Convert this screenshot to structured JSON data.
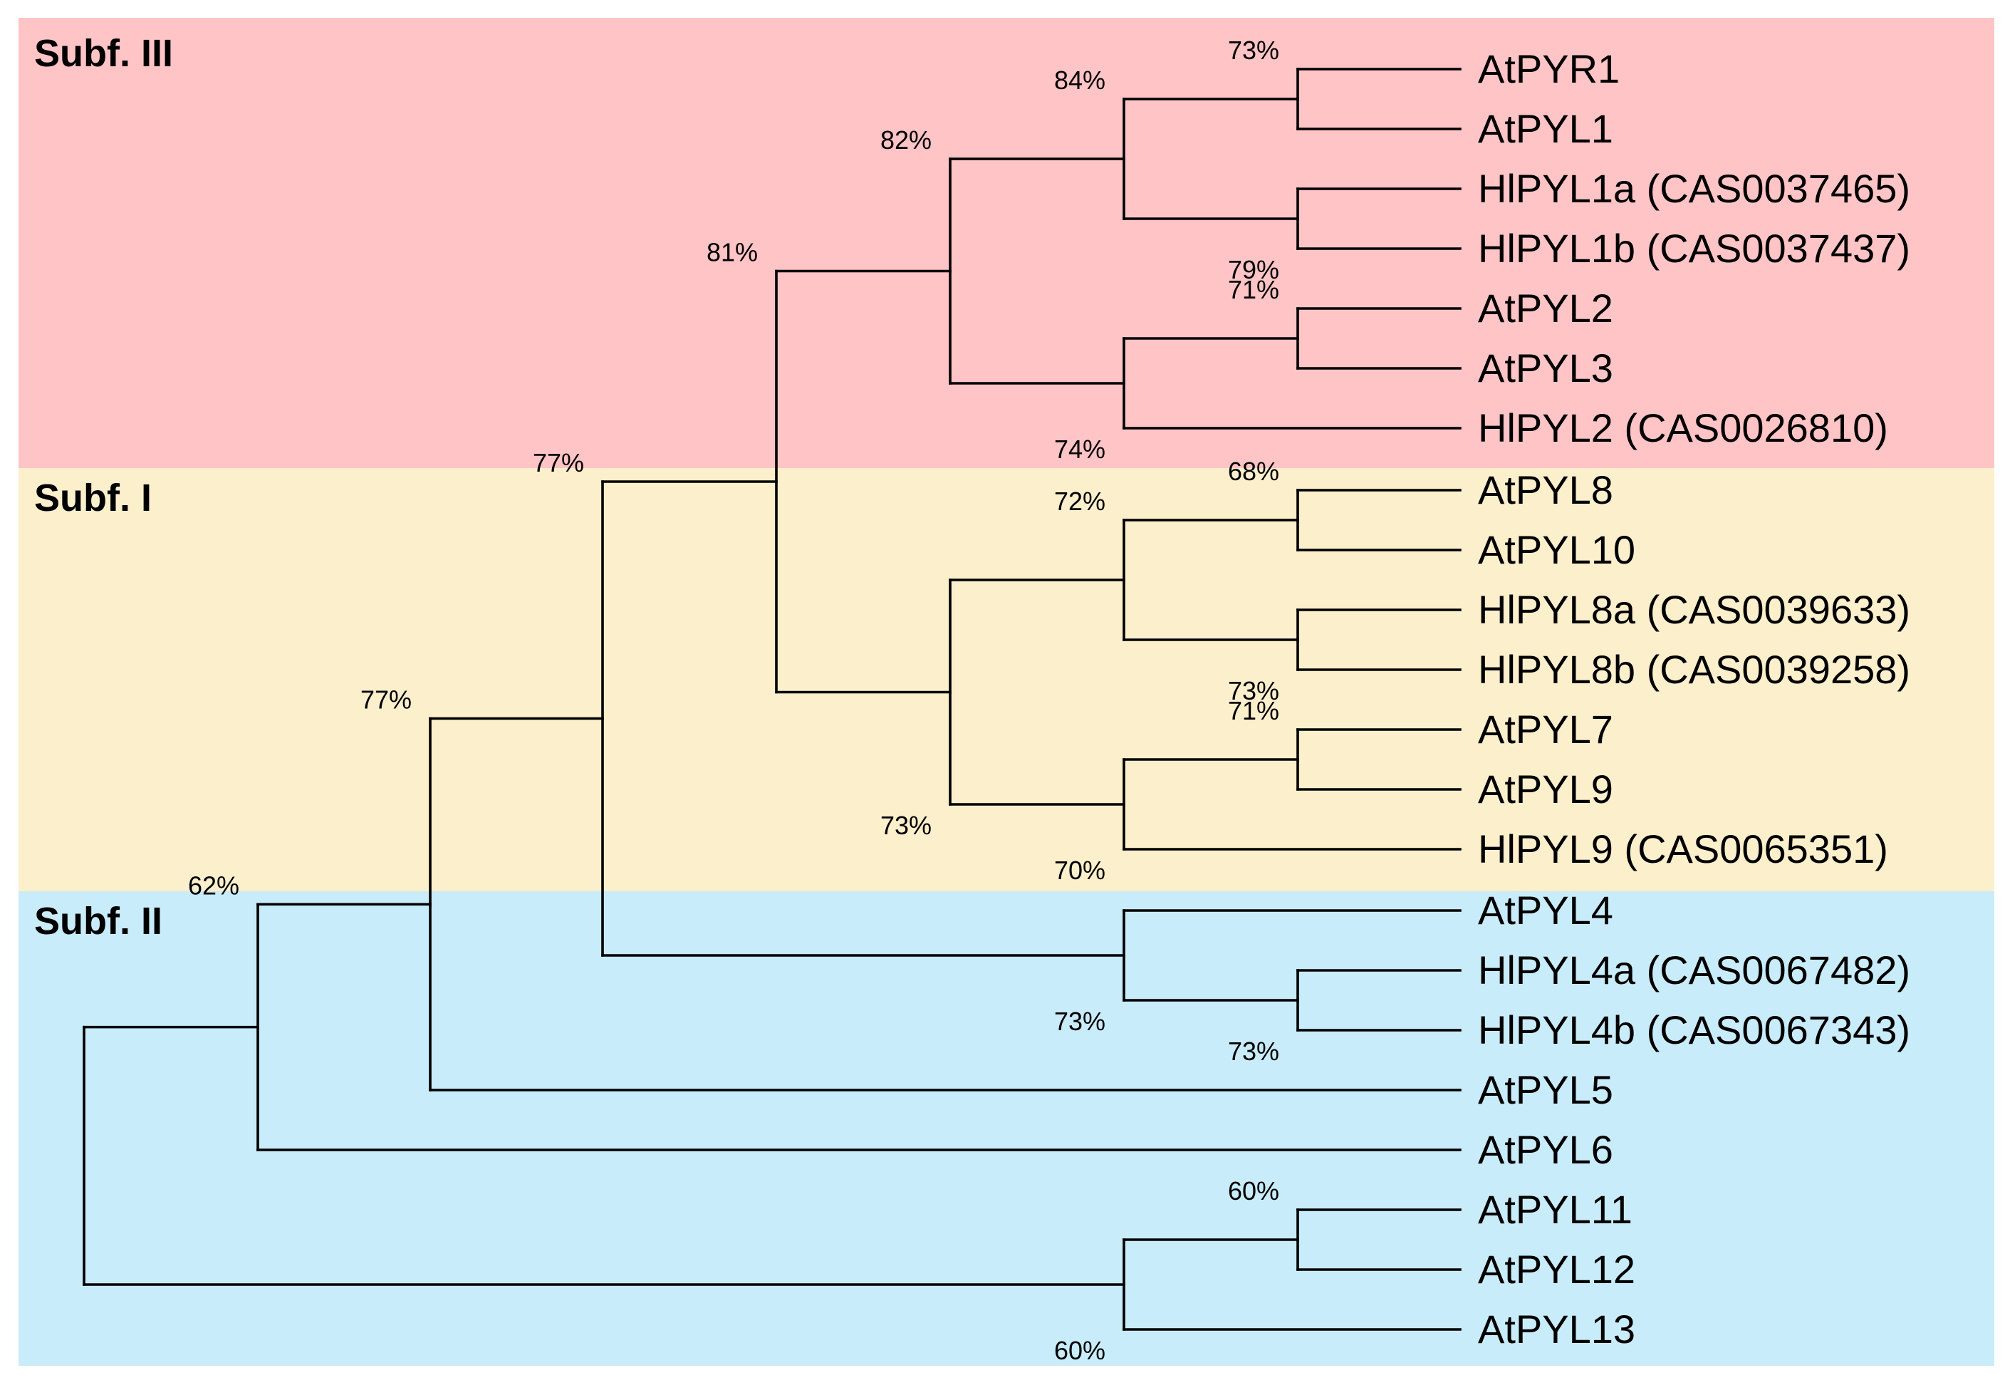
{
  "colors": {
    "subf_III": "#ffc4c6",
    "subf_I": "#fcefcb",
    "subf_II": "#c8ecf9",
    "line": "#000000",
    "text": "#000000"
  },
  "subfamilies": [
    {
      "id": "III",
      "label": "Subf. III"
    },
    {
      "id": "I",
      "label": "Subf. I"
    },
    {
      "id": "II",
      "label": "Subf. II"
    }
  ],
  "leaves": [
    "AtPYR1",
    "AtPYL1",
    "HlPYL1a (CAS0037465)",
    "HlPYL1b (CAS0037437)",
    "AtPYL2",
    "AtPYL3",
    "HlPYL2 (CAS0026810)",
    "AtPYL8",
    "AtPYL10",
    "HlPYL8a (CAS0039633)",
    "HlPYL8b (CAS0039258)",
    "AtPYL7",
    "AtPYL9",
    "HlPYL9 (CAS0065351)",
    "AtPYL4",
    "HlPYL4a (CAS0067482)",
    "HlPYL4b (CAS0067343)",
    "AtPYL5",
    "AtPYL6",
    "AtPYL11",
    "AtPYL12",
    "AtPYL13"
  ],
  "support_values": [
    "73%",
    "79%",
    "84%",
    "71%",
    "74%",
    "82%",
    "68%",
    "73%",
    "72%",
    "71%",
    "70%",
    "73%",
    "81%",
    "73%",
    "73%",
    "77%",
    "77%",
    "60%",
    "60%",
    "62%"
  ]
}
